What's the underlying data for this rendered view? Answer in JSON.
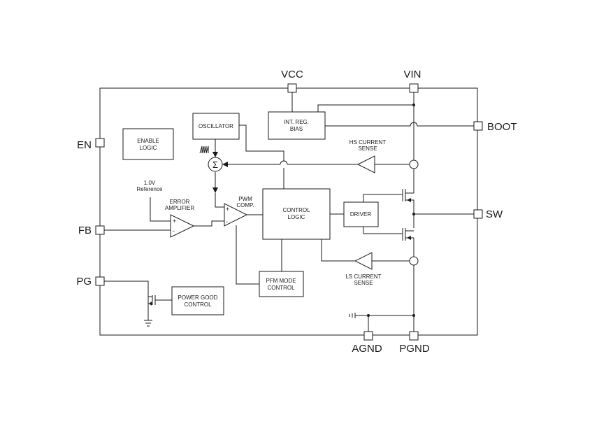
{
  "pins": {
    "vcc": "VCC",
    "vin": "VIN",
    "boot": "BOOT",
    "en": "EN",
    "fb": "FB",
    "pg": "PG",
    "sw": "SW",
    "agnd": "AGND",
    "pgnd": "PGND"
  },
  "blocks": {
    "enable_logic": [
      "ENABLE",
      "LOGIC"
    ],
    "oscillator": [
      "OSCILLATOR"
    ],
    "int_reg_bias": [
      "INT. REG.",
      "BIAS"
    ],
    "control_logic": [
      "CONTROL",
      "LOGIC"
    ],
    "driver": [
      "DRIVER"
    ],
    "pfm_mode_control": [
      "PFM MODE",
      "CONTROL"
    ],
    "power_good_control": [
      "POWER GOOD",
      "CONTROL"
    ]
  },
  "labels": {
    "reference": [
      "1.0V",
      "Reference"
    ],
    "error_amplifier": [
      "ERROR",
      "AMPLIFIER"
    ],
    "pwm_comp": [
      "PWM",
      "COMP."
    ],
    "hs_current_sense": [
      "HS CURRENT",
      "SENSE"
    ],
    "ls_current_sense": [
      "LS CURRENT",
      "SENSE"
    ],
    "summer": "Σ",
    "plus": "+",
    "minus": "-"
  }
}
